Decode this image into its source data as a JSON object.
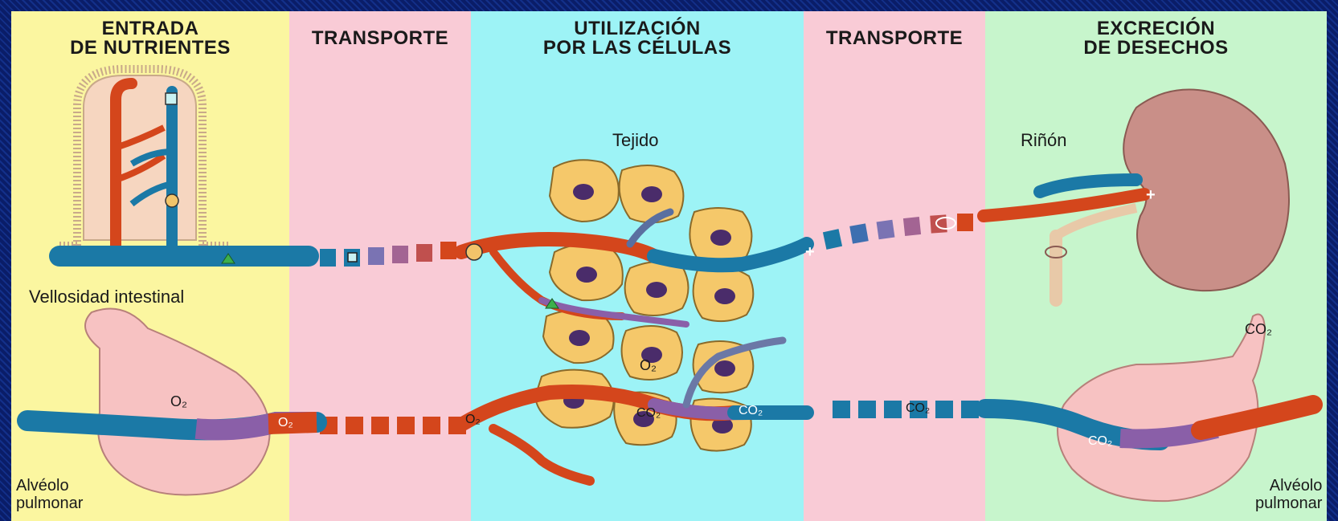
{
  "columns": [
    {
      "title": "ENTRADA\nDE NUTRIENTES",
      "color": "#fbf6a0"
    },
    {
      "title": "TRANSPORTE",
      "color": "#f9cbd6"
    },
    {
      "title": "UTILIZACIÓN\nPOR LAS CÉLULAS",
      "color": "#9df3f6"
    },
    {
      "title": "TRANSPORTE",
      "color": "#f9cbd6"
    },
    {
      "title": "EXCRECIÓN\nDE DESECHOS",
      "color": "#c7f5cc"
    }
  ],
  "labels": {
    "villus": "Vellosidad intestinal",
    "alveolus_left": "Alvéolo\npulmonar",
    "tissue": "Tejido",
    "kidney": "Riñón",
    "co2_top": "CO₂",
    "alveolus_right": "Alvéolo\npulmonar"
  },
  "gas_labels": {
    "o2": "O₂",
    "co2": "CO₂"
  },
  "colors": {
    "artery": "#d4461c",
    "vein": "#1b79a6",
    "mixed": "#8a5fa8",
    "cell": "#f5c86a",
    "nucleus": "#4a2c6a",
    "lung": "#f7c2c2",
    "kidney": "#c98f88",
    "frame": "#0b1f6e"
  }
}
